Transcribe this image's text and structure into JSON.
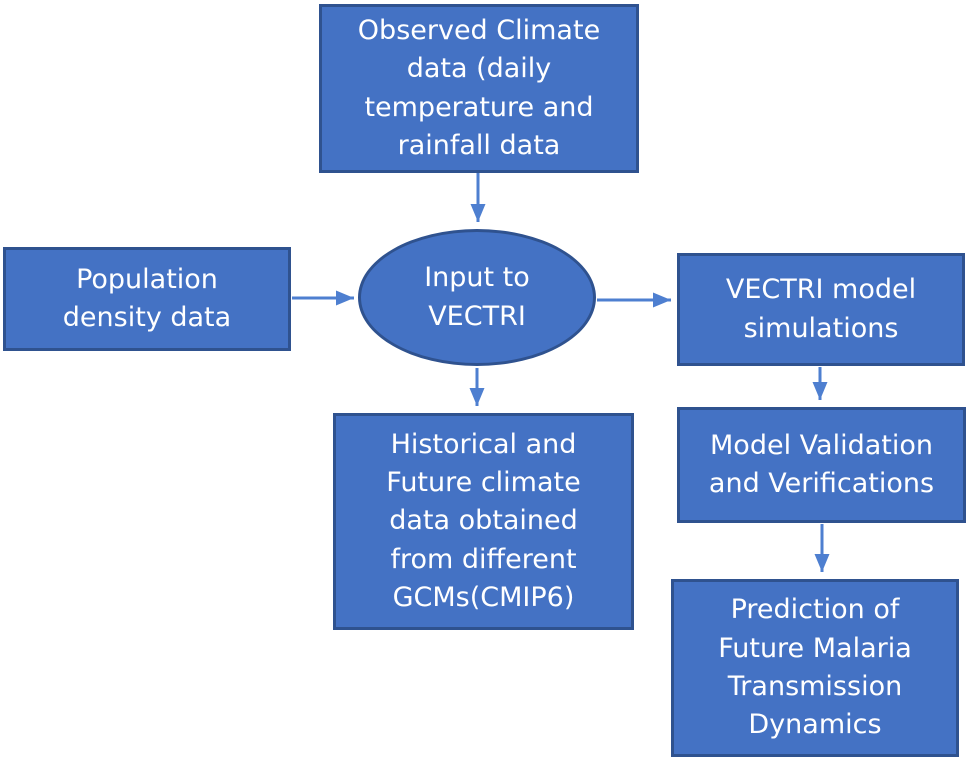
{
  "colors": {
    "box_fill": "#4472C4",
    "box_border": "#2F528F",
    "arrow": "#4E7FD0",
    "text": "#FFFFFF",
    "background": "#FFFFFF"
  },
  "diagram": {
    "title": "VECTRI malaria model workflow flowchart",
    "nodes": {
      "observed_climate": {
        "shape": "rectangle",
        "label": "Observed Climate\ndata (daily\ntemperature and\nrainfall data"
      },
      "population_density": {
        "shape": "rectangle",
        "label": "Population\ndensity data"
      },
      "input_to_vectri": {
        "shape": "ellipse",
        "label": "Input to\nVECTRI"
      },
      "vectri_simulations": {
        "shape": "rectangle",
        "label": "VECTRI model\nsimulations"
      },
      "historical_future": {
        "shape": "rectangle",
        "label": "Historical and\nFuture climate\ndata obtained\nfrom different\nGCMs(CMIP6)"
      },
      "model_validation": {
        "shape": "rectangle",
        "label": "Model Validation\nand Verifications"
      },
      "prediction": {
        "shape": "rectangle",
        "label": "Prediction of\nFuture Malaria\nTransmission\nDynamics"
      }
    },
    "edges": [
      {
        "from": "observed_climate",
        "to": "input_to_vectri",
        "direction": "down"
      },
      {
        "from": "population_density",
        "to": "input_to_vectri",
        "direction": "right"
      },
      {
        "from": "input_to_vectri",
        "to": "vectri_simulations",
        "direction": "right"
      },
      {
        "from": "input_to_vectri",
        "to": "historical_future",
        "direction": "down"
      },
      {
        "from": "vectri_simulations",
        "to": "model_validation",
        "direction": "down"
      },
      {
        "from": "model_validation",
        "to": "prediction",
        "direction": "down"
      }
    ]
  }
}
